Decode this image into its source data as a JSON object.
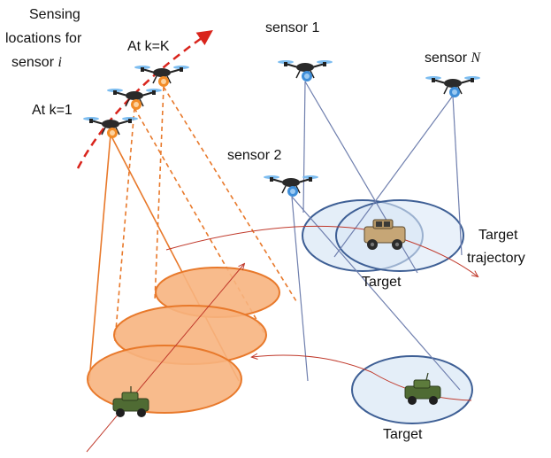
{
  "labels": {
    "sensing_line1": "Sensing",
    "sensing_line2": "locations for",
    "sensing_line3": "sensor ",
    "sensing_index": "i",
    "at_k1": "At k=1",
    "at_kK": "At k=K",
    "sensor1": "sensor 1",
    "sensor2": "sensor 2",
    "sensorN_prefix": "sensor ",
    "sensorN_index": "N",
    "target_traj_line1": "Target",
    "target_traj_line2": "trajectory",
    "target_upper": "Target",
    "target_lower": "Target"
  },
  "colors": {
    "orange_fill": "#f7b47f",
    "orange_stroke": "#e8792b",
    "blue_fill": "#dbe8f6",
    "blue_stroke": "#3e5f95",
    "blue_line": "#6f7fae",
    "red": "#c0392b",
    "red_dashed": "#d9241c",
    "drone_blue": "#3f8ed8",
    "drone_orange": "#f28c28"
  },
  "icons": {
    "drone": "drone-icon",
    "vehicle_tan": "humvee-icon",
    "vehicle_green": "military-vehicle-icon"
  }
}
